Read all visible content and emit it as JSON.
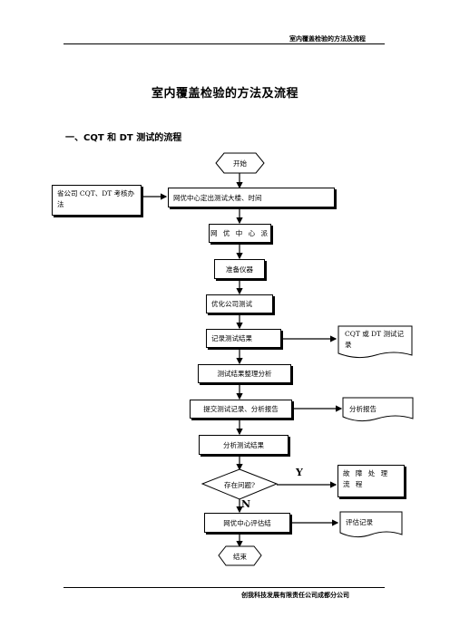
{
  "header": {
    "title": "室内覆盖检验的方法及流程"
  },
  "footer": {
    "company": "创我科技发展有限责任公司成都分公司"
  },
  "document": {
    "title": "室内覆盖检验的方法及流程",
    "section1": "一、CQT 和 DT 测试的流程"
  },
  "flowchart": {
    "start": "开始",
    "province": "省公司 CQT、DT 考核办法",
    "step1": "网优中心定出测试大楼、时间",
    "step2": "网 优 中 心 派",
    "step3": "准备仪器",
    "step4": "优化公司测试",
    "step5": "记录测试结果",
    "doc1": "CQT 或 DT 测试记录",
    "step6": "测试结果整理分析",
    "step7": "提交测试记录、分析报告",
    "doc2": "分析报告",
    "step8": "分析测试结果",
    "decision": "存在问题?",
    "yes_label": "Y",
    "no_label": "N",
    "fault": "故 障 处 理 流 程",
    "step9": "网优中心评估结",
    "doc3": "评估记录",
    "end": "结束"
  }
}
